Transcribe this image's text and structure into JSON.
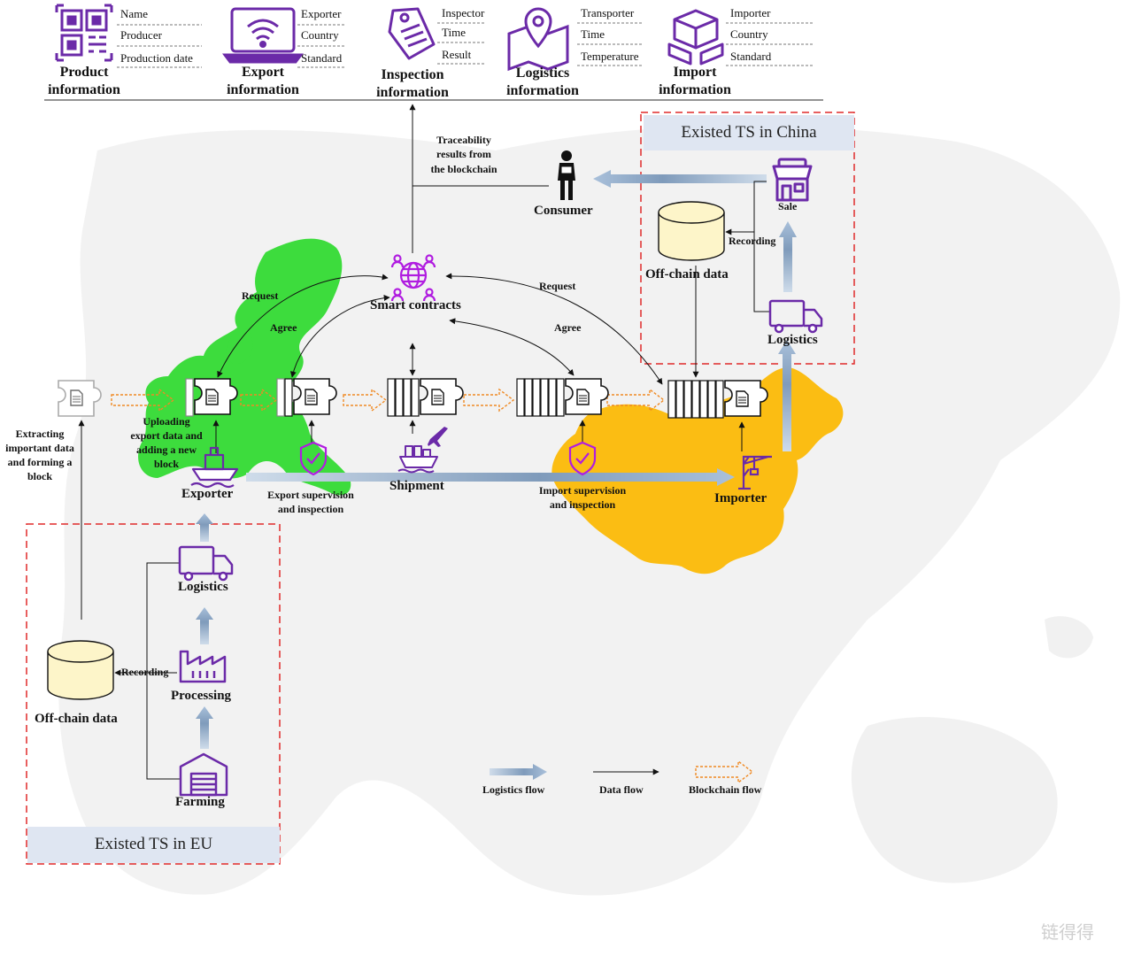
{
  "colors": {
    "purple": "#6b2aa8",
    "smart_purple": "#b01ce0",
    "eu_green": "#3ddc3d",
    "china_yellow": "#fbbd13",
    "box_red": "#e02a2a",
    "blockchain_orange": "#f08a24",
    "logistics_blue": "#9fb7d3",
    "map_gray": "#ececec"
  },
  "info_cards": [
    {
      "icon": "qr-code-icon",
      "title_line1": "Product",
      "title_line2": "information",
      "fields": [
        "Name",
        "Producer",
        "Production date"
      ]
    },
    {
      "icon": "laptop-wifi-icon",
      "title_line1": "Export",
      "title_line2": "information",
      "fields": [
        "Exporter",
        "Country",
        "Standard"
      ]
    },
    {
      "icon": "tag-icon",
      "title_line1": "Inspection",
      "title_line2": "information",
      "fields": [
        "Inspector",
        "Time",
        "Result"
      ]
    },
    {
      "icon": "map-pin-icon",
      "title_line1": "Logistics",
      "title_line2": "information",
      "fields": [
        "Transporter",
        "Time",
        "Temperature"
      ]
    },
    {
      "icon": "boxes-icon",
      "title_line1": "Import",
      "title_line2": "information",
      "fields": [
        "Importer",
        "Country",
        "Standard"
      ]
    }
  ],
  "china_box": {
    "title": "Existed TS in China",
    "sale": "Sale",
    "recording": "Recording",
    "offchain": "Off-chain data",
    "logistics": "Logistics"
  },
  "eu_box": {
    "title": "Existed TS in EU",
    "logistics": "Logistics",
    "processing": "Processing",
    "farming": "Farming",
    "recording": "Recording",
    "offchain": "Off-chain data"
  },
  "labels": {
    "traceability_1": "Traceability",
    "traceability_2": "results from",
    "traceability_3": "the blockchain",
    "consumer": "Consumer",
    "smart_contracts": "Smart contracts",
    "request_left": "Request",
    "agree_left": "Agree",
    "request_right": "Request",
    "agree_right": "Agree",
    "extract_1": "Extracting",
    "extract_2": "important data",
    "extract_3": "and forming a",
    "extract_4": "block",
    "upload_1": "Uploading",
    "upload_2": "export data and",
    "upload_3": "adding a new",
    "upload_4": "block",
    "exporter": "Exporter",
    "export_sup_1": "Export supervision",
    "export_sup_2": "and inspection",
    "shipment": "Shipment",
    "import_sup_1": "Import supervision",
    "import_sup_2": "and inspection",
    "importer": "Importer"
  },
  "legend": {
    "logistics_flow": "Logistics flow",
    "data_flow": "Data flow",
    "blockchain_flow": "Blockchain flow"
  },
  "watermark": "链得得"
}
